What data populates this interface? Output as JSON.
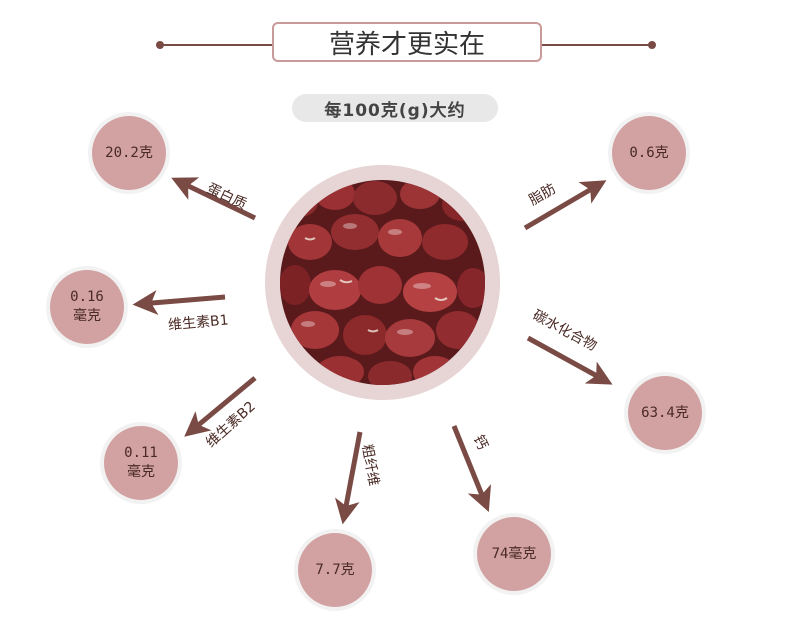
{
  "title": "营养才更实在",
  "subtitle": "每100克(g)大约",
  "nutrients": {
    "protein": {
      "label": "蛋白质",
      "value": "20.2克"
    },
    "fat": {
      "label": "脂肪",
      "value": "0.6克"
    },
    "b1": {
      "label": "维生素B1",
      "value": "0.16\n毫克"
    },
    "carb": {
      "label": "碳水化合物",
      "value": "63.4克"
    },
    "b2": {
      "label": "维生素B2",
      "value": "0.11\n毫克"
    },
    "fiber": {
      "label": "粗纤维",
      "value": "7.7克"
    },
    "calcium": {
      "label": "钙",
      "value": "74毫克"
    }
  },
  "colors": {
    "node": "#d2a2a2",
    "arrow": "#7a4a44",
    "ring": "#e7d4d4"
  },
  "image": "red-adzuki-beans"
}
